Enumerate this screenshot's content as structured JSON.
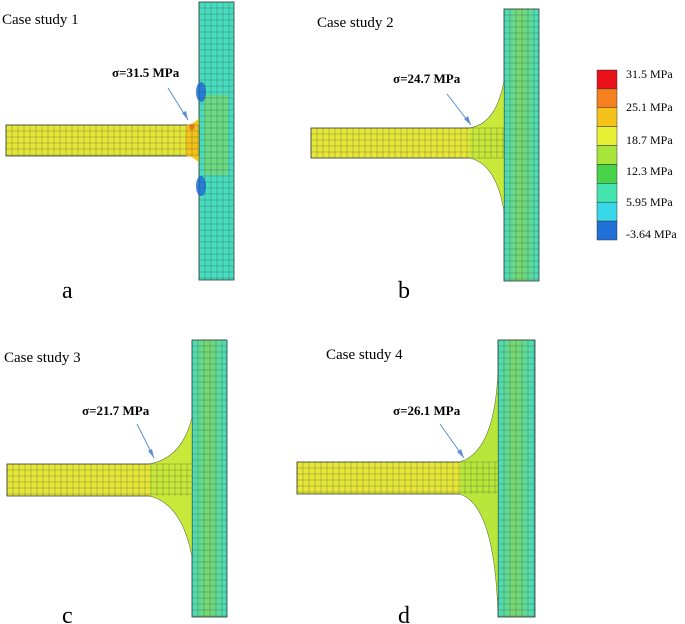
{
  "panels": [
    {
      "title": "Case study 1",
      "stress_label": "σ=31.5 MPa",
      "letter": "a"
    },
    {
      "title": "Case study 2",
      "stress_label": "σ=24.7 MPa",
      "letter": "b"
    },
    {
      "title": "Case study 3",
      "stress_label": "σ=21.7 MPa",
      "letter": "c"
    },
    {
      "title": "Case study 4",
      "stress_label": "σ=26.1 MPa",
      "letter": "d"
    }
  ],
  "legend": {
    "labels": [
      "31.5 MPa",
      "25.1 MPa",
      "18.7 MPa",
      "12.3 MPa",
      "5.95 MPa",
      "-3.64 MPa"
    ],
    "colors": [
      "#e8101a",
      "#f5801e",
      "#f5c21a",
      "#e8f034",
      "#a8e43a",
      "#48d448",
      "#44e4b0",
      "#38d8e8",
      "#2070d8"
    ]
  },
  "colors": {
    "fillet_stress": "#e8ef3a",
    "arm_stress": "#e6e638",
    "plate_stress": "#48dcc0",
    "mesh_line": "#2a3a30",
    "arrow": "#5b8fd0"
  }
}
